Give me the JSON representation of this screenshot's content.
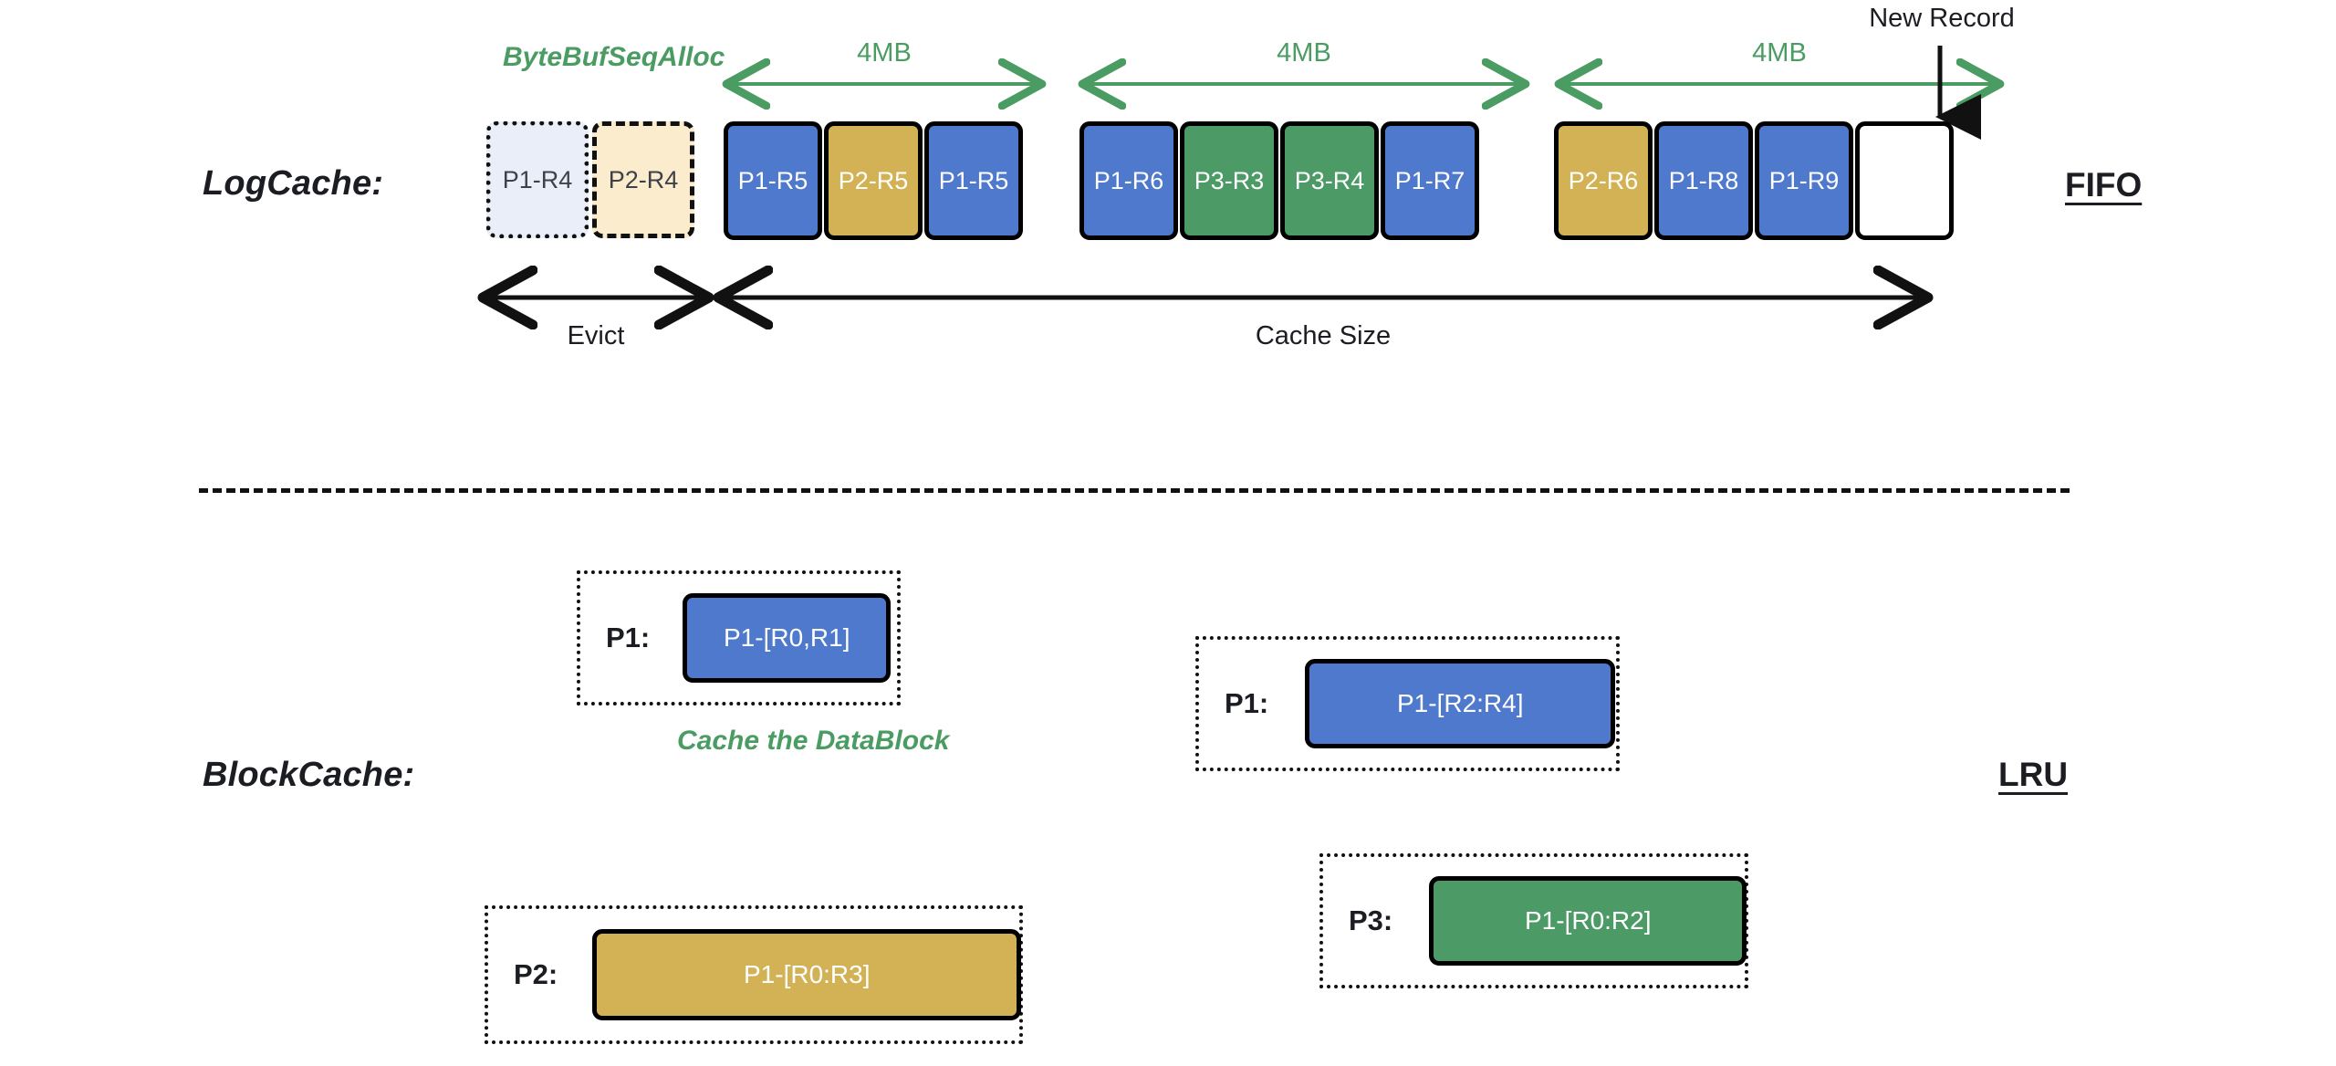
{
  "diagram": {
    "title_log": "LogCache:",
    "title_block": "BlockCache:",
    "policy_log": "FIFO",
    "policy_block": "LRU",
    "alloc_note": "ByteBufSeqAlloc",
    "cache_block_note": "Cache the DataBlock",
    "new_record_note": "New Record",
    "evict_note": "Evict",
    "cache_size_note": "Cache Size"
  },
  "colors": {
    "blue": "#4f79cc",
    "gold": "#d3b255",
    "green": "#4c9a66",
    "ghost_blue": "#e9eef9",
    "ghost_gold": "#fbeccd",
    "empty": "#ffffff",
    "green_accent": "#4a9c62",
    "ink": "#1b1d23"
  },
  "log_cache": {
    "evicted": [
      {
        "label": "P1-R4",
        "fill": "#e9eef9",
        "style": "ghost-dot"
      },
      {
        "label": "P2-R4",
        "fill": "#fbeccd",
        "style": "ghost-dash"
      }
    ],
    "segments": [
      {
        "size_label": "4MB",
        "cells": [
          {
            "label": "P1-R5",
            "fill": "#4f79cc"
          },
          {
            "label": "P2-R5",
            "fill": "#d3b255"
          },
          {
            "label": "P1-R5",
            "fill": "#4f79cc"
          }
        ]
      },
      {
        "size_label": "4MB",
        "cells": [
          {
            "label": "P1-R6",
            "fill": "#4f79cc"
          },
          {
            "label": "P3-R3",
            "fill": "#4c9a66"
          },
          {
            "label": "P3-R4",
            "fill": "#4c9a66"
          },
          {
            "label": "P1-R7",
            "fill": "#4f79cc"
          }
        ]
      },
      {
        "size_label": "4MB",
        "cells": [
          {
            "label": "P2-R6",
            "fill": "#d3b255"
          },
          {
            "label": "P1-R8",
            "fill": "#4f79cc"
          },
          {
            "label": "P1-R9",
            "fill": "#4f79cc"
          },
          {
            "label": "",
            "fill": "#ffffff",
            "empty": true
          }
        ]
      }
    ]
  },
  "block_cache": {
    "entries": [
      {
        "key": "P1:",
        "label": "P1-[R0,R1]",
        "fill": "#4f79cc"
      },
      {
        "key": "P1:",
        "label": "P1-[R2:R4]",
        "fill": "#4f79cc"
      },
      {
        "key": "P2:",
        "label": "P1-[R0:R3]",
        "fill": "#d3b255"
      },
      {
        "key": "P3:",
        "label": "P1-[R0:R2]",
        "fill": "#4c9a66"
      }
    ]
  }
}
